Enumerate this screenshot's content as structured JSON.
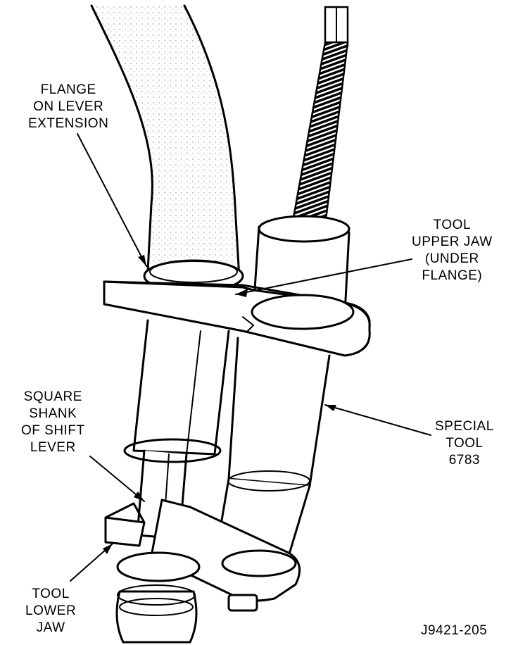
{
  "labels": {
    "flange_on_lever_extension": [
      "FLANGE",
      "ON LEVER",
      "EXTENSION"
    ],
    "tool_upper_jaw": [
      "TOOL",
      "UPPER JAW",
      "(UNDER",
      "FLANGE)"
    ],
    "square_shank": [
      "SQUARE",
      "SHANK",
      "OF SHIFT",
      "LEVER"
    ],
    "special_tool": [
      "SPECIAL",
      "TOOL",
      "6783"
    ],
    "tool_lower_jaw": [
      "TOOL",
      "LOWER",
      "JAW"
    ],
    "figure_code": "J9421-205"
  }
}
